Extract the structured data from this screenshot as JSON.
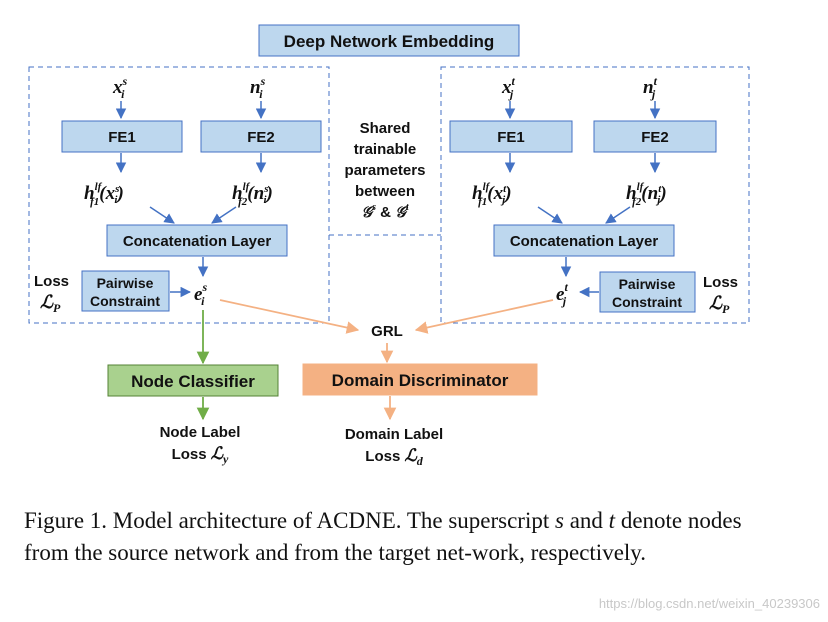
{
  "title": "Deep Network Embedding",
  "left_branch": {
    "input_x": {
      "base": "x",
      "sub": "i",
      "sup": "s"
    },
    "input_n": {
      "base": "n",
      "sub": "i",
      "sup": "s"
    },
    "fe1": "FE1",
    "fe2": "FE2",
    "h1": {
      "arg_base": "x",
      "arg_sub": "i",
      "arg_sup": "s"
    },
    "h2": {
      "arg_base": "n",
      "arg_sub": "i",
      "arg_sup": "s"
    },
    "concat": "Concatenation Layer",
    "pairwise": [
      "Pairwise",
      "Constraint"
    ],
    "loss_label": "Loss",
    "loss_symbol": "ℒ",
    "loss_sub": "P",
    "embedding": {
      "base": "e",
      "sub": "i",
      "sup": "s"
    }
  },
  "right_branch": {
    "input_x": {
      "base": "x",
      "sub": "j",
      "sup": "t"
    },
    "input_n": {
      "base": "n",
      "sub": "j",
      "sup": "t"
    },
    "fe1": "FE1",
    "fe2": "FE2",
    "h1": {
      "arg_base": "x",
      "arg_sub": "j",
      "arg_sup": "t"
    },
    "h2": {
      "arg_base": "n",
      "arg_sub": "j",
      "arg_sup": "t"
    },
    "concat": "Concatenation Layer",
    "pairwise": [
      "Pairwise",
      "Constraint"
    ],
    "loss_label": "Loss",
    "loss_symbol": "ℒ",
    "loss_sub": "P",
    "embedding": {
      "base": "e",
      "sub": "j",
      "sup": "t"
    }
  },
  "shared": [
    "Shared",
    "trainable",
    "parameters",
    "between"
  ],
  "shared_last": {
    "g1": "𝒢",
    "g1_sup": "s",
    "amp": "&",
    "g2": "𝒢",
    "g2_sup": "t"
  },
  "h_symbol": {
    "base": "h",
    "sup": "lf",
    "sub1": "f1",
    "sub2": "f2"
  },
  "grl": "GRL",
  "node_classifier": "Node Classifier",
  "domain_discriminator": "Domain Discriminator",
  "node_label": {
    "line1": "Node Label",
    "line2": "Loss",
    "symbol": "ℒ",
    "sub": "y"
  },
  "domain_label": {
    "line1": "Domain Label",
    "line2": "Loss",
    "symbol": "ℒ",
    "sub": "d"
  },
  "caption": {
    "prefix": "Figure 1.  Model architecture of ACDNE. The superscript ",
    "s": "s",
    "mid": " and ",
    "t": "t",
    "suffix": " denote nodes from the source network and from the target net-work, respectively."
  },
  "watermark": "https://blog.csdn.net/weixin_40239306",
  "colors": {
    "blue_box": "#bdd7ee",
    "blue_border": "#4472c4",
    "blue_arrow": "#4472c4",
    "green_box": "#a9d18e",
    "green_border": "#548235",
    "green_arrow": "#70ad47",
    "orange_box": "#f4b183",
    "orange_arrow": "#f4b183"
  }
}
